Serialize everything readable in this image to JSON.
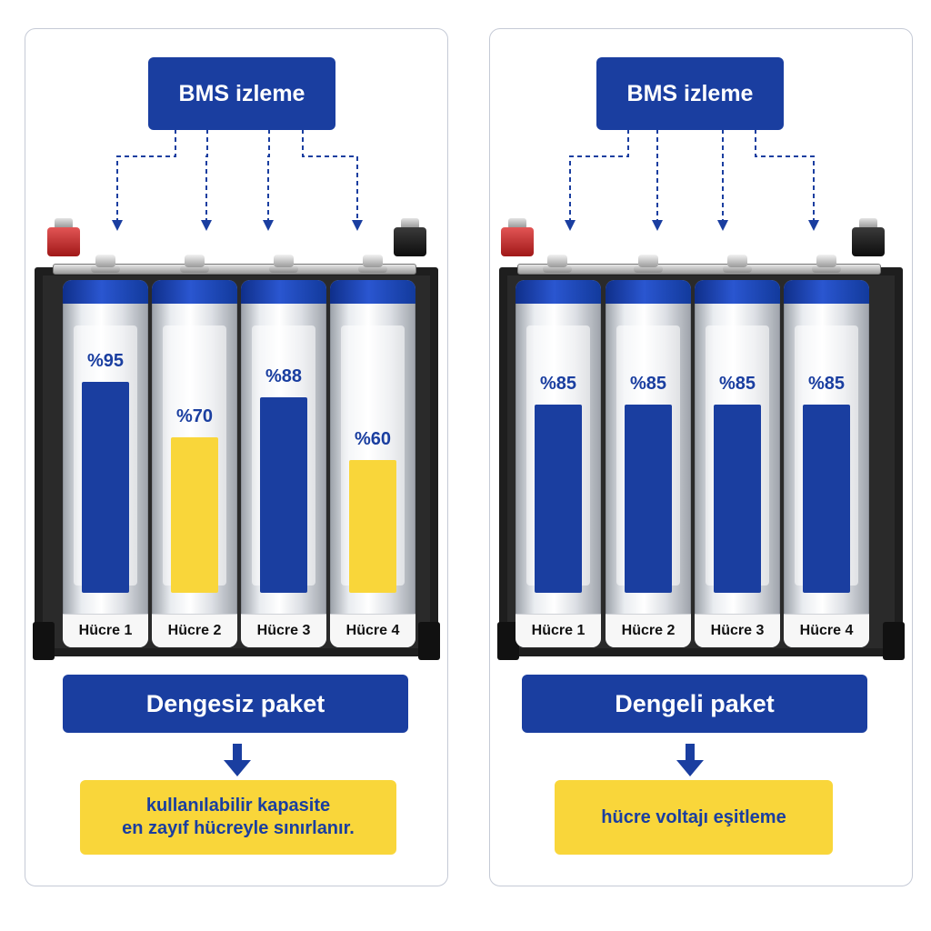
{
  "colors": {
    "blue": "#1a3ea0",
    "yellow": "#f9d63a",
    "positive_terminal": "#c62828",
    "negative_terminal": "#111111"
  },
  "panels": [
    {
      "bms_label": "BMS izleme",
      "cells": [
        {
          "label": "Hücre 1",
          "percent_text": "%95",
          "percent": 95,
          "color": "#1a3ea0"
        },
        {
          "label": "Hücre 2",
          "percent_text": "%70",
          "percent": 70,
          "color": "#f9d63a"
        },
        {
          "label": "Hücre 3",
          "percent_text": "%88",
          "percent": 88,
          "color": "#1a3ea0"
        },
        {
          "label": "Hücre 4",
          "percent_text": "%60",
          "percent": 60,
          "color": "#f9d63a"
        }
      ],
      "pack_title": "Dengesiz paket",
      "note_lines": [
        "kullanılabilir kapasite",
        "en zayıf hücreyle sınırlanır."
      ]
    },
    {
      "bms_label": "BMS izleme",
      "cells": [
        {
          "label": "Hücre 1",
          "percent_text": "%85",
          "percent": 85,
          "color": "#1a3ea0"
        },
        {
          "label": "Hücre 2",
          "percent_text": "%85",
          "percent": 85,
          "color": "#1a3ea0"
        },
        {
          "label": "Hücre 3",
          "percent_text": "%85",
          "percent": 85,
          "color": "#1a3ea0"
        },
        {
          "label": "Hücre 4",
          "percent_text": "%85",
          "percent": 85,
          "color": "#1a3ea0"
        }
      ],
      "pack_title": "Dengeli paket",
      "note_lines": [
        "hücre voltajı eşitleme"
      ]
    }
  ]
}
